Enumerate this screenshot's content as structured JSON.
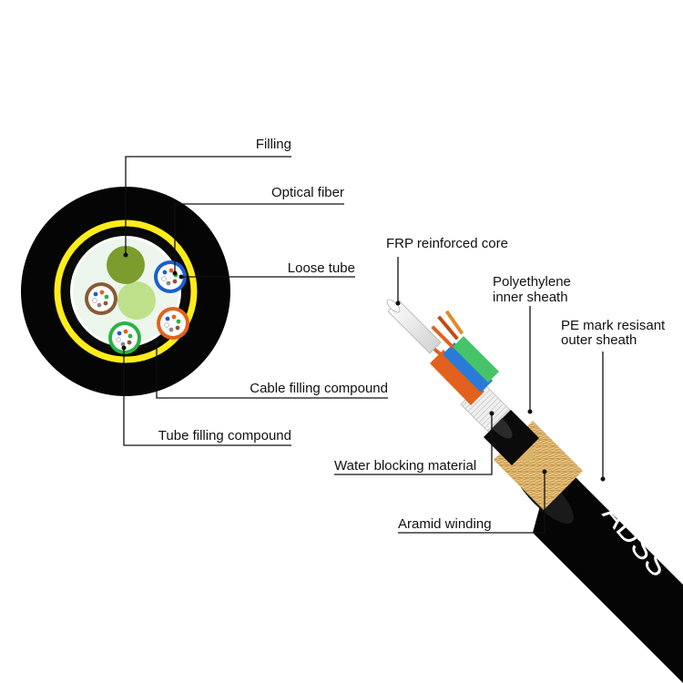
{
  "labels": {
    "filling": "Filling",
    "optical_fiber": "Optical fiber",
    "loose_tube": "Loose tube",
    "cable_filling_compound": "Cable filling compound",
    "tube_filling_compound": "Tube filling compound",
    "frp_core": "FRP reinforced core",
    "inner_sheath_line1": "Polyethylene",
    "inner_sheath_line2": "inner sheath",
    "outer_sheath_line1": "PE mark resisant",
    "outer_sheath_line2": "outer sheath",
    "water_blocking": "Water blocking material",
    "aramid": "Aramid winding",
    "cable_marking": "ADSS"
  },
  "colors": {
    "outer_jacket": "#050505",
    "aramid_yellow": "#ffec1a",
    "inner_area": "#ecf6ec",
    "filler_olive": "#7a9d2d",
    "center_member": "#bfe08a",
    "tube_blue": "#1a5fd0",
    "tube_brown": "#8a5a35",
    "tube_orange": "#e2621d",
    "tube_green": "#28b443",
    "aramid_tan": "#d9b36a",
    "frp_white": "#f4f4f4"
  }
}
